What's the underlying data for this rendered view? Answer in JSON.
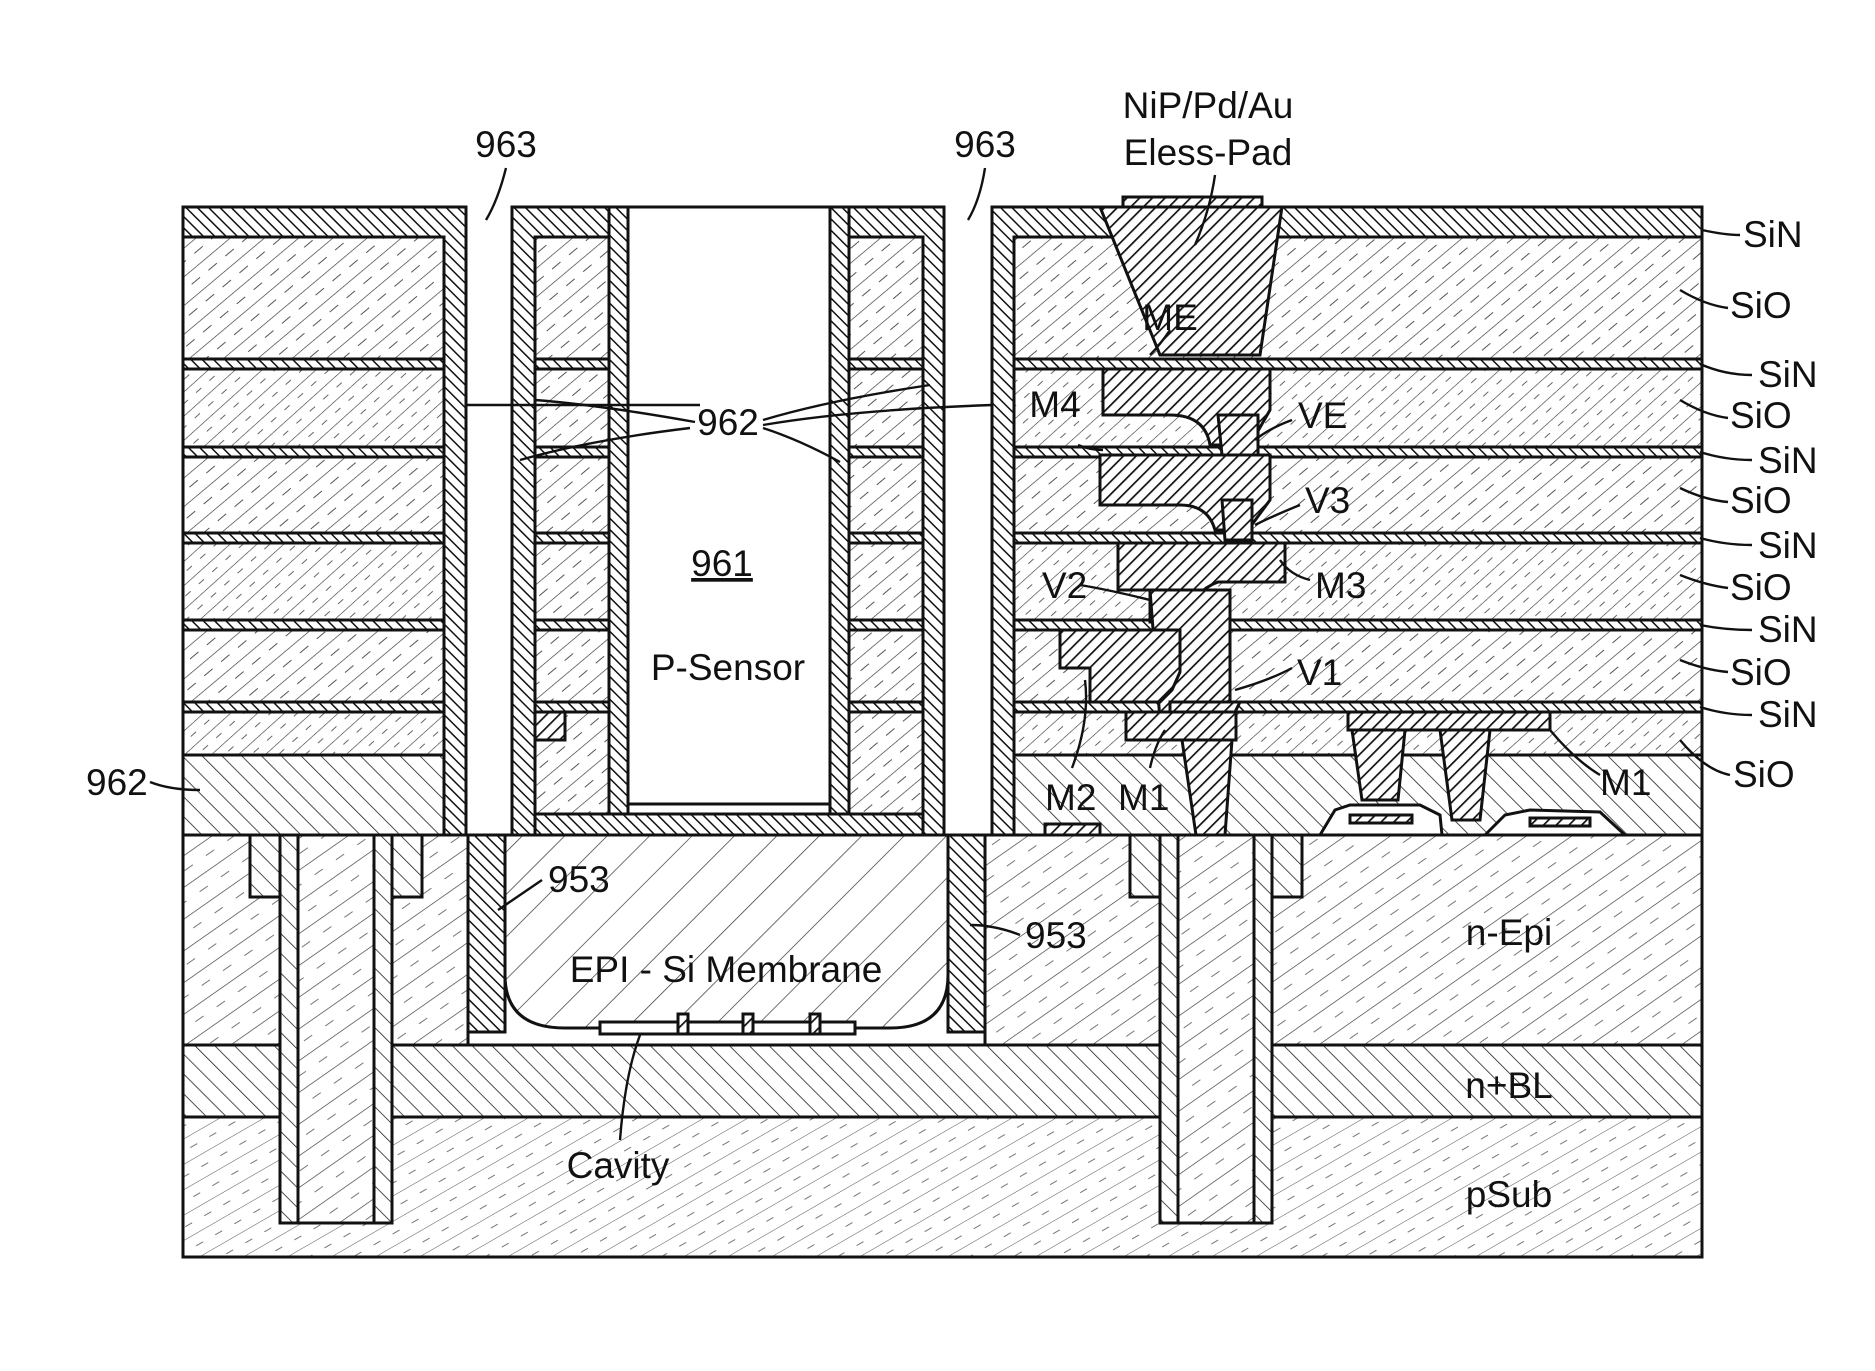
{
  "figure": {
    "pad_label_line1": "NiP/Pd/Au",
    "pad_label_line2": "Eless-Pad",
    "trench_left": "963",
    "trench_right": "963",
    "liner_top": "962",
    "liner_left": "962",
    "sensor_ref": "961",
    "sensor_name": "P-Sensor",
    "membrane": "EPI - Si Membrane",
    "cavity": "Cavity",
    "sidewall_left": "953",
    "sidewall_right": "953",
    "metal_e": "ME",
    "metal_4": "M4",
    "metal_3": "M3",
    "metal_2": "M2",
    "metal_1a": "M1",
    "metal_1b": "M1",
    "via_e": "VE",
    "via_3": "V3",
    "via_2": "V2",
    "via_1": "V1",
    "n_epi": "n-Epi",
    "n_bl": "n+BL",
    "p_sub": "pSub"
  },
  "stack_labels": [
    "SiN",
    "SiO",
    "SiN",
    "SiO",
    "SiN",
    "SiO",
    "SiN",
    "SiO",
    "SiN",
    "SiO",
    "SiN",
    "SiO"
  ]
}
